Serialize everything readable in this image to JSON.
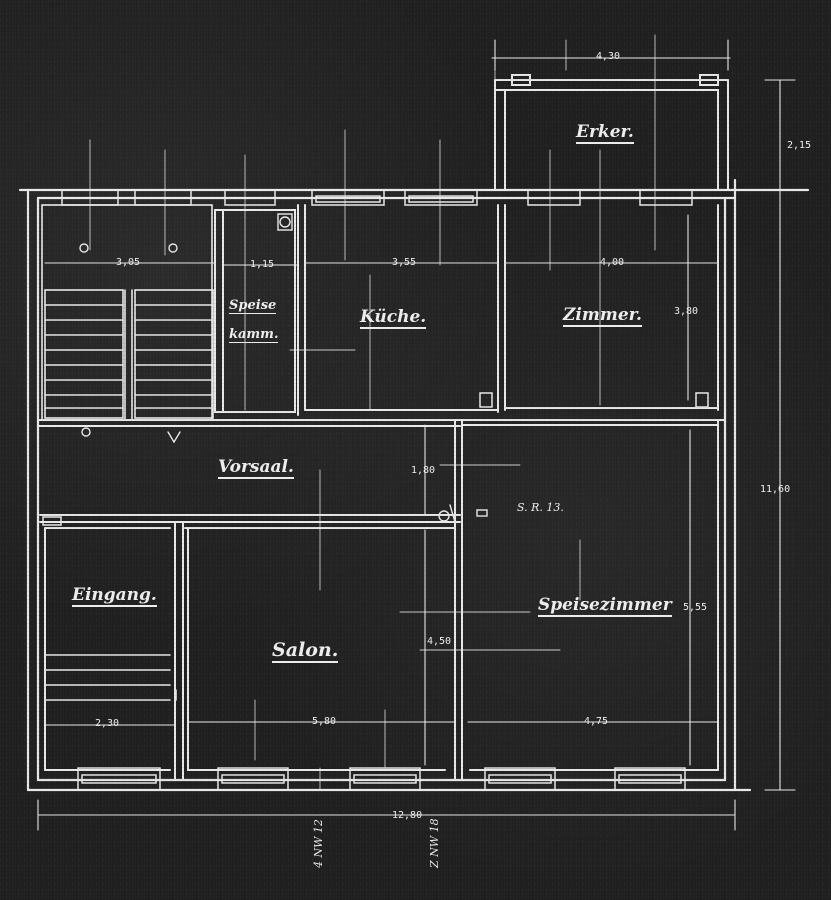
{
  "plan": {
    "rooms": {
      "erker": "Erker.",
      "speisekammer_1": "Speise",
      "speisekammer_2": "kamm.",
      "kueche": "Küche.",
      "zimmer": "Zimmer.",
      "vorsaal": "Vorsaal.",
      "eingang": "Eingang.",
      "salon": "Salon.",
      "speisezimmer": "Speisezimmer"
    },
    "dimensions": {
      "erker_width": "4,30",
      "erker_depth": "2,15",
      "stair_width": "3,05",
      "pantry_width": "1,15",
      "kitchen_width": "3,55",
      "room_width": "4,00",
      "room_depth": "3,80",
      "hall_depth": "1,80",
      "salon_depth": "4,50",
      "salon_width": "5,80",
      "entry_width": "2,30",
      "dining_width": "4,75",
      "dining_depth": "5,55",
      "total_depth": "11,60",
      "total_width": "12,80"
    },
    "notes": {
      "flue": "S. R. 13.",
      "pipe_left": "4 NW 12",
      "pipe_right": "Z NW 18"
    }
  }
}
